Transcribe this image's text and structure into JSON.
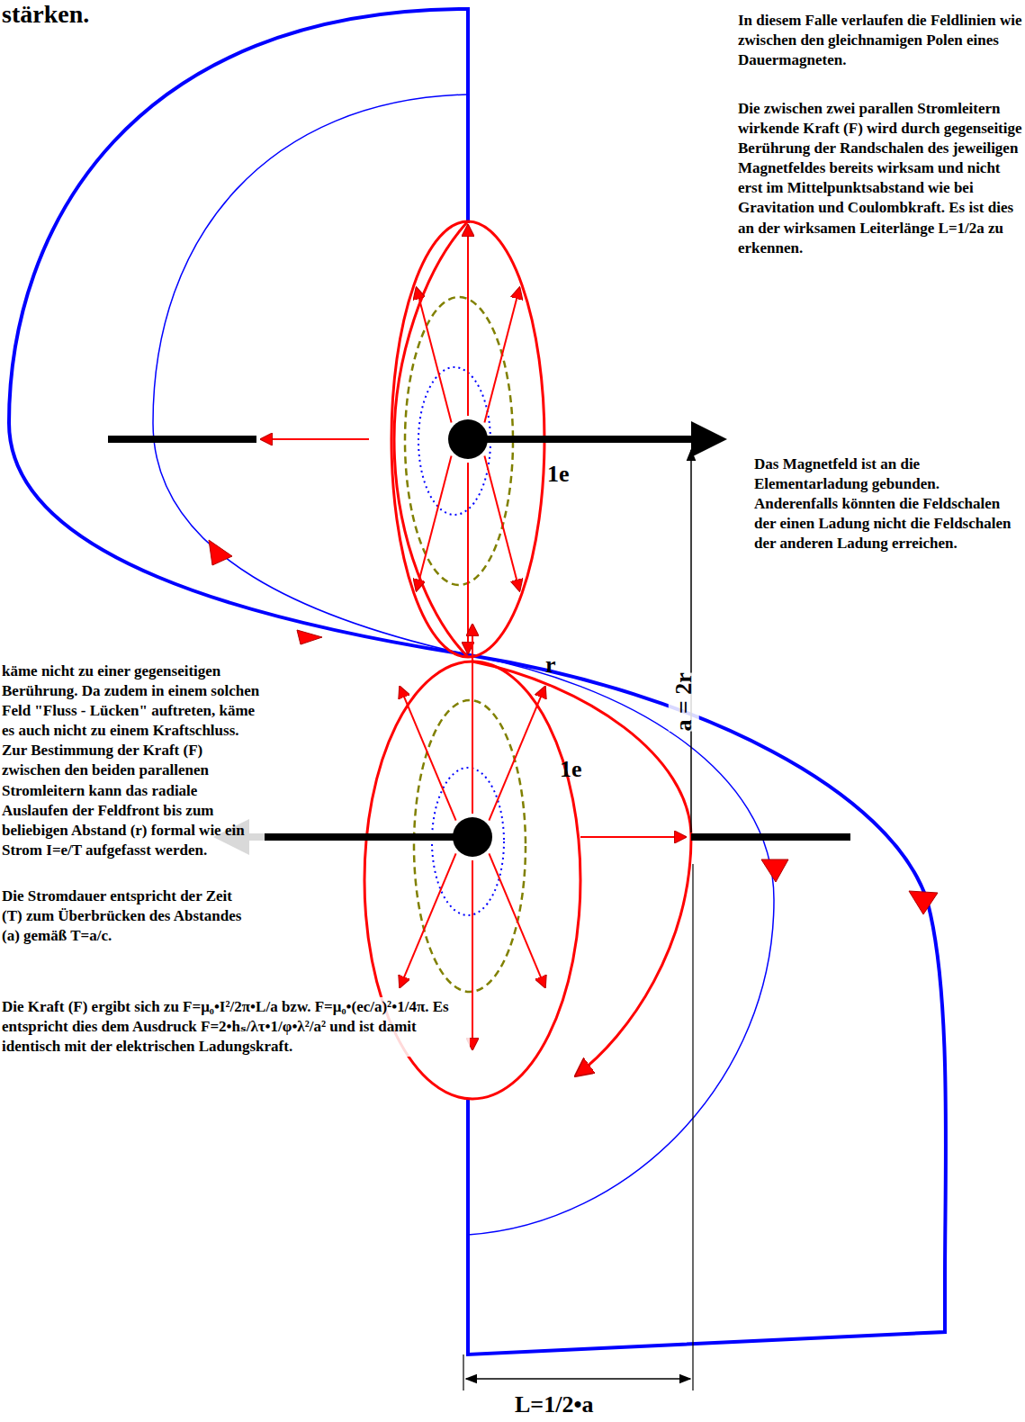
{
  "diagram": {
    "labels": [
      "stärken.",
      "In diesem Falle verlaufen die Feldlinien wie zwischen den gleichnamigen Polen eines Dauermagneten.",
      "Die zwischen zwei parallen Stromleitern wirkende Kraft (F) wird durch gegenseitige Berührung der Randschalen des jeweiligen Magnetfeldes bereits wirksam und nicht erst im Mittelpunktsabstand wie bei Gravitation und Coulombkraft. Es ist dies an der wirksamen Leiterlänge L=1/2a zu erkennen.",
      "1e",
      "Das Magnetfeld ist an die Elementarladung gebunden. Anderenfalls könnten die Feldschalen der einen Ladung nicht die Feldschalen der anderen Ladung erreichen.",
      "r",
      "a = 2r",
      "käme nicht zu einer gegenseitigen Berührung. Da zudem in einem solchen Feld \"Fluss - Lücken\" auftreten, käme es auch nicht zu einem Kraftschluss. Zur Bestimmung der Kraft (F) zwischen den beiden parallenen Stromleitern kann das radiale Auslaufen der Feldfront bis zum beliebigen Abstand (r) formal wie ein Strom I=e/T aufgefasst werden.",
      "1e",
      "Die Stromdauer entspricht der Zeit (T) zum Überbrücken des Abstandes (a) gemäß T=a/c.",
      "Die Kraft (F) ergibt sich zu F=μ₀•I²/2π•L/a bzw. F=μ₀•(ec/a)²•1/4π. Es entspricht dies dem Ausdruck F=2•hₛ/λτ•1/φ•λ²/a² und ist damit identisch mit der elektrischen Ladungskraft.",
      "L=1/2•a"
    ]
  }
}
